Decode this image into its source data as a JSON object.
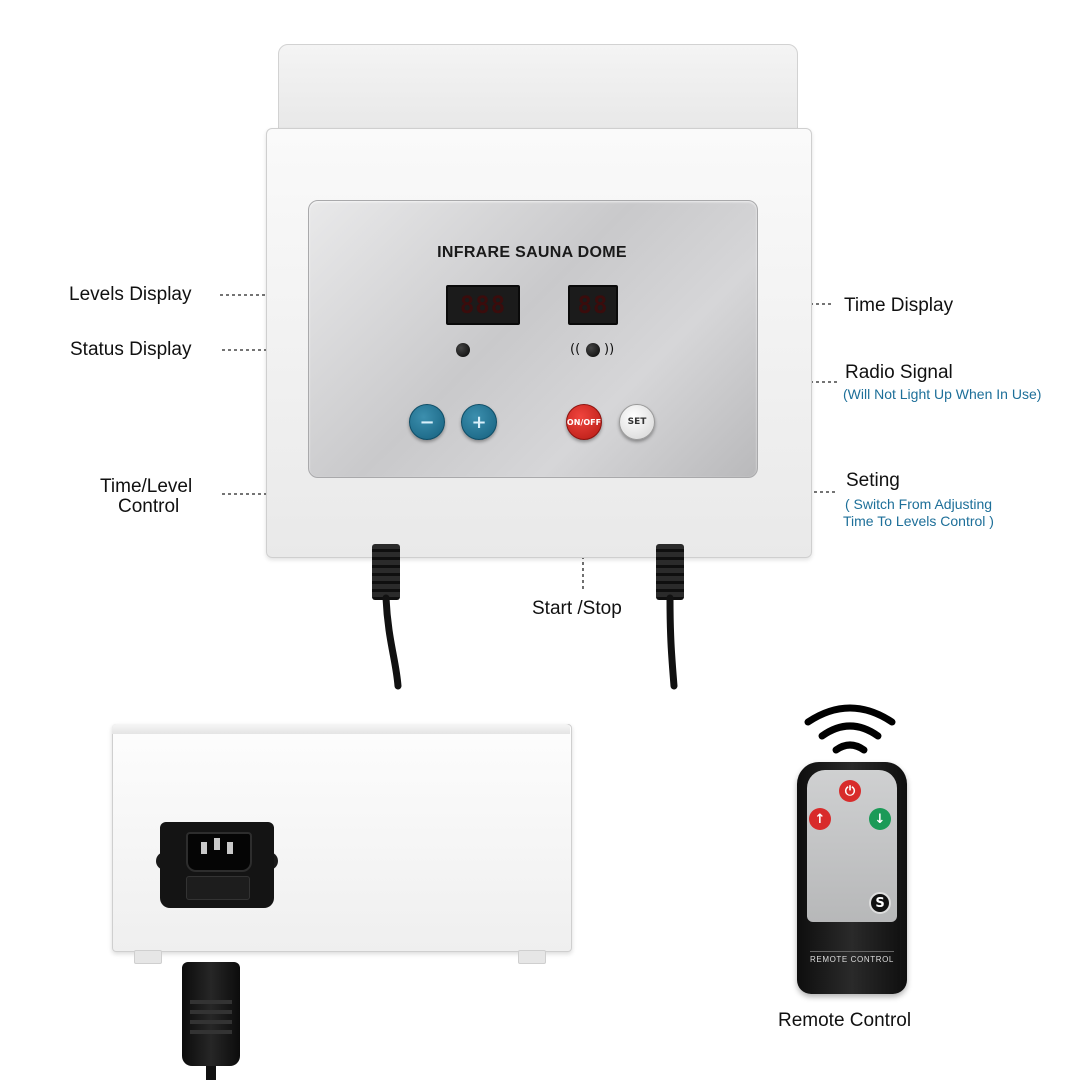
{
  "device": {
    "panel_title": "INFRARE SAUNA DOME",
    "levels_display_value": "888",
    "time_display_value": "88",
    "minus_symbol": "−",
    "plus_symbol": "+",
    "onoff_label": "ON/OFF",
    "set_label": "SET",
    "radio_wave_left": "((",
    "radio_wave_right": "))"
  },
  "callouts": {
    "levels_display": "Levels Display",
    "status_display": "Status Display",
    "time_level_control_line1": "Time/Level",
    "time_level_control_line2": "Control",
    "time_display": "Time Display",
    "radio_signal": "Radio Signal",
    "radio_signal_note": "(Will Not Light Up When In Use)",
    "setting": "Seting",
    "setting_note_line1": "( Switch From Adjusting",
    "setting_note_line2": "Time To Levels Control )",
    "start_stop": "Start /Stop",
    "remote_control": "Remote Control"
  },
  "remote": {
    "label": "REMOTE  CONTROL",
    "power_symbol": "⏻",
    "up_symbol": "↑",
    "down_symbol": "↓",
    "s_symbol": "S",
    "power_color": "#d82b2b",
    "up_color": "#d82b2b",
    "down_color": "#1b9a57"
  },
  "colors": {
    "callout_note": "#1d6f99",
    "button_blue": "#15607e",
    "button_red": "#b51a14"
  }
}
